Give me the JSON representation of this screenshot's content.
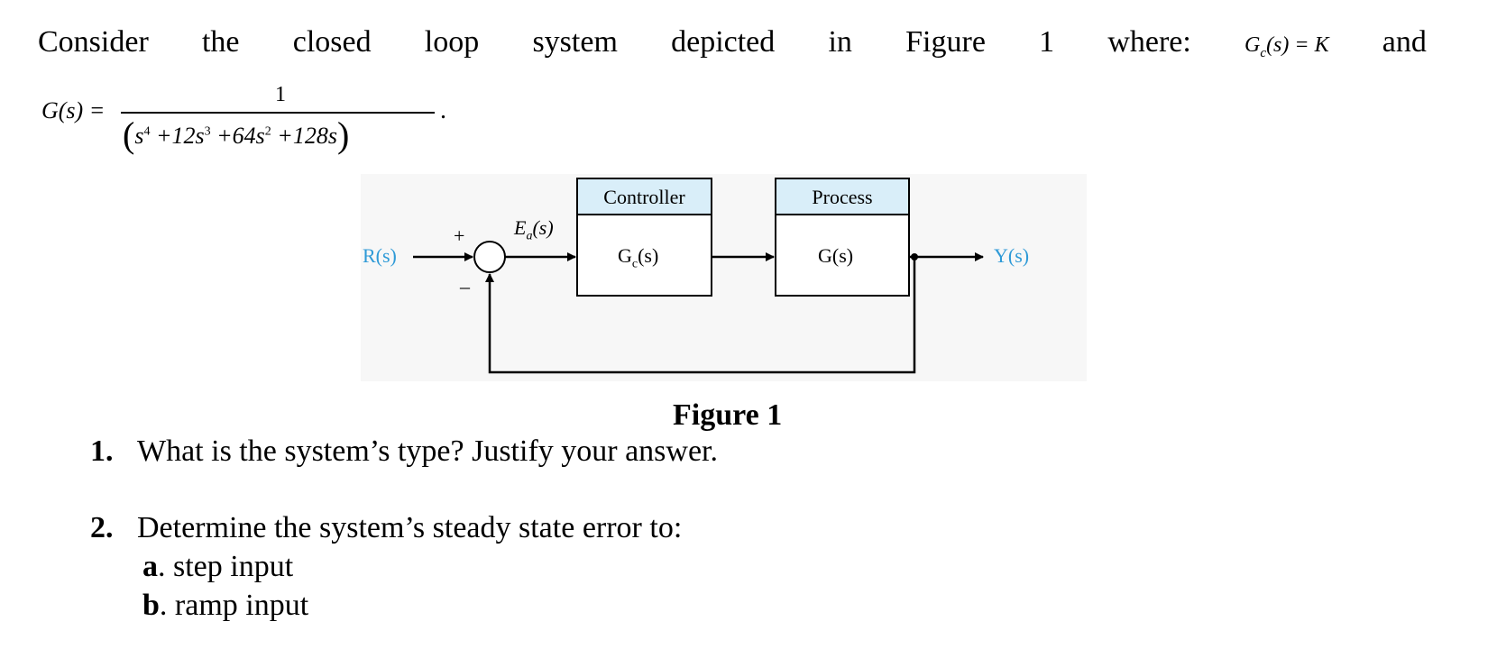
{
  "intro": {
    "words": [
      "Consider",
      "the",
      "closed",
      "loop",
      "system",
      "depicted",
      "in",
      "Figure",
      "1",
      "where:"
    ],
    "gc_eq": "= K",
    "and": "and"
  },
  "gs": {
    "lhs": "G(s) =",
    "numerator": "1",
    "den": {
      "t1": "s",
      "p1": "4",
      "t2": " +12s",
      "p2": "3",
      "t3": " +64s",
      "p3": "2",
      "t4": " +128s"
    },
    "end": "."
  },
  "diagram": {
    "controller_title": "Controller",
    "controller_tf": "G",
    "controller_tf_sub": "c",
    "controller_tf_arg": "(s)",
    "process_title": "Process",
    "process_tf": "G(s)",
    "input": "R(s)",
    "output": "Y(s)",
    "error_label": "E",
    "error_sub": "a",
    "error_arg": "(s)",
    "plus_sign": "+",
    "minus_sign": "–",
    "header_color": "#d9eef9",
    "signal_color": "#2f9ad7"
  },
  "caption": "Figure 1",
  "questions": {
    "q1": {
      "number": "1.",
      "text": "What is the system’s type? Justify your answer."
    },
    "q2": {
      "number": "2.",
      "text": "Determine the system’s steady state error to:",
      "a": {
        "letter": "a",
        "text": ". step input"
      },
      "b": {
        "letter": "b",
        "text": ". ramp input"
      }
    }
  }
}
